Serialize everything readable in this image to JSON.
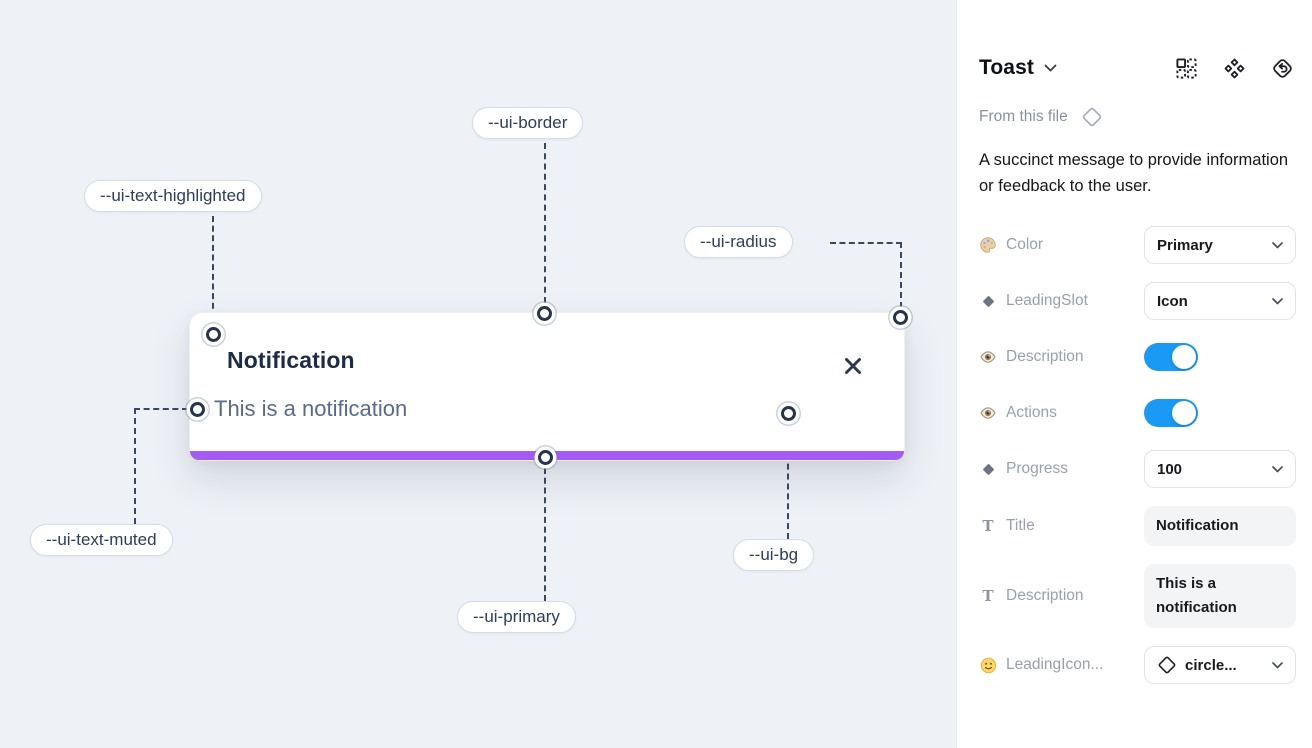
{
  "canvas": {
    "toast": {
      "title": "Notification",
      "description": "This is a notification",
      "close_icon": "close-icon",
      "progress_bar_color": "#a35bf2"
    },
    "labels": [
      {
        "id": "ui-text-highlighted",
        "text": "--ui-text-highlighted"
      },
      {
        "id": "ui-border",
        "text": "--ui-border"
      },
      {
        "id": "ui-radius",
        "text": "--ui-radius"
      },
      {
        "id": "ui-text-muted",
        "text": "--ui-text-muted"
      },
      {
        "id": "ui-primary",
        "text": "--ui-primary"
      },
      {
        "id": "ui-bg",
        "text": "--ui-bg"
      }
    ],
    "colors": {
      "background": "#eef1f6",
      "connector": "#3a4761",
      "title_text": "#1d2b47",
      "muted_text": "#5a6b8a"
    }
  },
  "panel": {
    "title": "Toast",
    "title_chevron_icon": "chevron-down-icon",
    "header_icons": [
      "apply-instance-icon",
      "component-icon",
      "go-to-main-component-icon"
    ],
    "source_label": "From this file",
    "source_icon": "diamond-outline-icon",
    "description": "A succinct message to provide information or feedback to the user.",
    "toggle_color": "#1b9af5",
    "props": [
      {
        "label": "Color",
        "icon": "palette-icon",
        "type": "select",
        "value": "Primary"
      },
      {
        "label": "LeadingSlot",
        "icon": "diamond-icon",
        "type": "select",
        "value": "Icon"
      },
      {
        "label": "Description",
        "icon": "eye-icon",
        "type": "toggle",
        "value": "on"
      },
      {
        "label": "Actions",
        "icon": "eye-icon",
        "type": "toggle",
        "value": "on"
      },
      {
        "label": "Progress",
        "icon": "diamond-icon",
        "type": "select",
        "value": "100"
      },
      {
        "label": "Title",
        "icon": "text-icon",
        "type": "text",
        "value": "Notification"
      },
      {
        "label": "Description",
        "icon": "text-icon",
        "type": "text",
        "value": "This is a notification"
      },
      {
        "label": "LeadingIcon...",
        "icon": "smiley-icon",
        "type": "select",
        "value": "circle...",
        "value_icon": "diamond-outline-icon"
      }
    ]
  }
}
